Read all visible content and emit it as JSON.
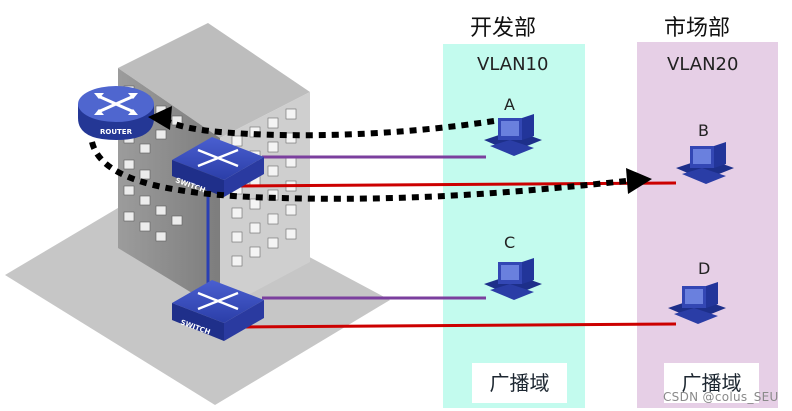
{
  "departments": {
    "dev": {
      "title": "开发部",
      "vlan": "VLAN10",
      "broadcast": "广播域"
    },
    "mkt": {
      "title": "市场部",
      "vlan": "VLAN20",
      "broadcast": "广播域"
    }
  },
  "hosts": {
    "a": "A",
    "b": "B",
    "c": "C",
    "d": "D"
  },
  "devices": {
    "router": "ROUTER",
    "switch_top": "SWITCH",
    "switch_bottom": "SWITCH"
  },
  "watermark": "CSDN @colus_SEU",
  "colors": {
    "vlan10_link": "#7b3f9e",
    "vlan20_link": "#cc0000",
    "trunk_link": "#2a3fb3",
    "dev_panel": "#c3fbee",
    "mkt_panel": "#e6cfe6",
    "device_blue": "#2b3ea8"
  }
}
